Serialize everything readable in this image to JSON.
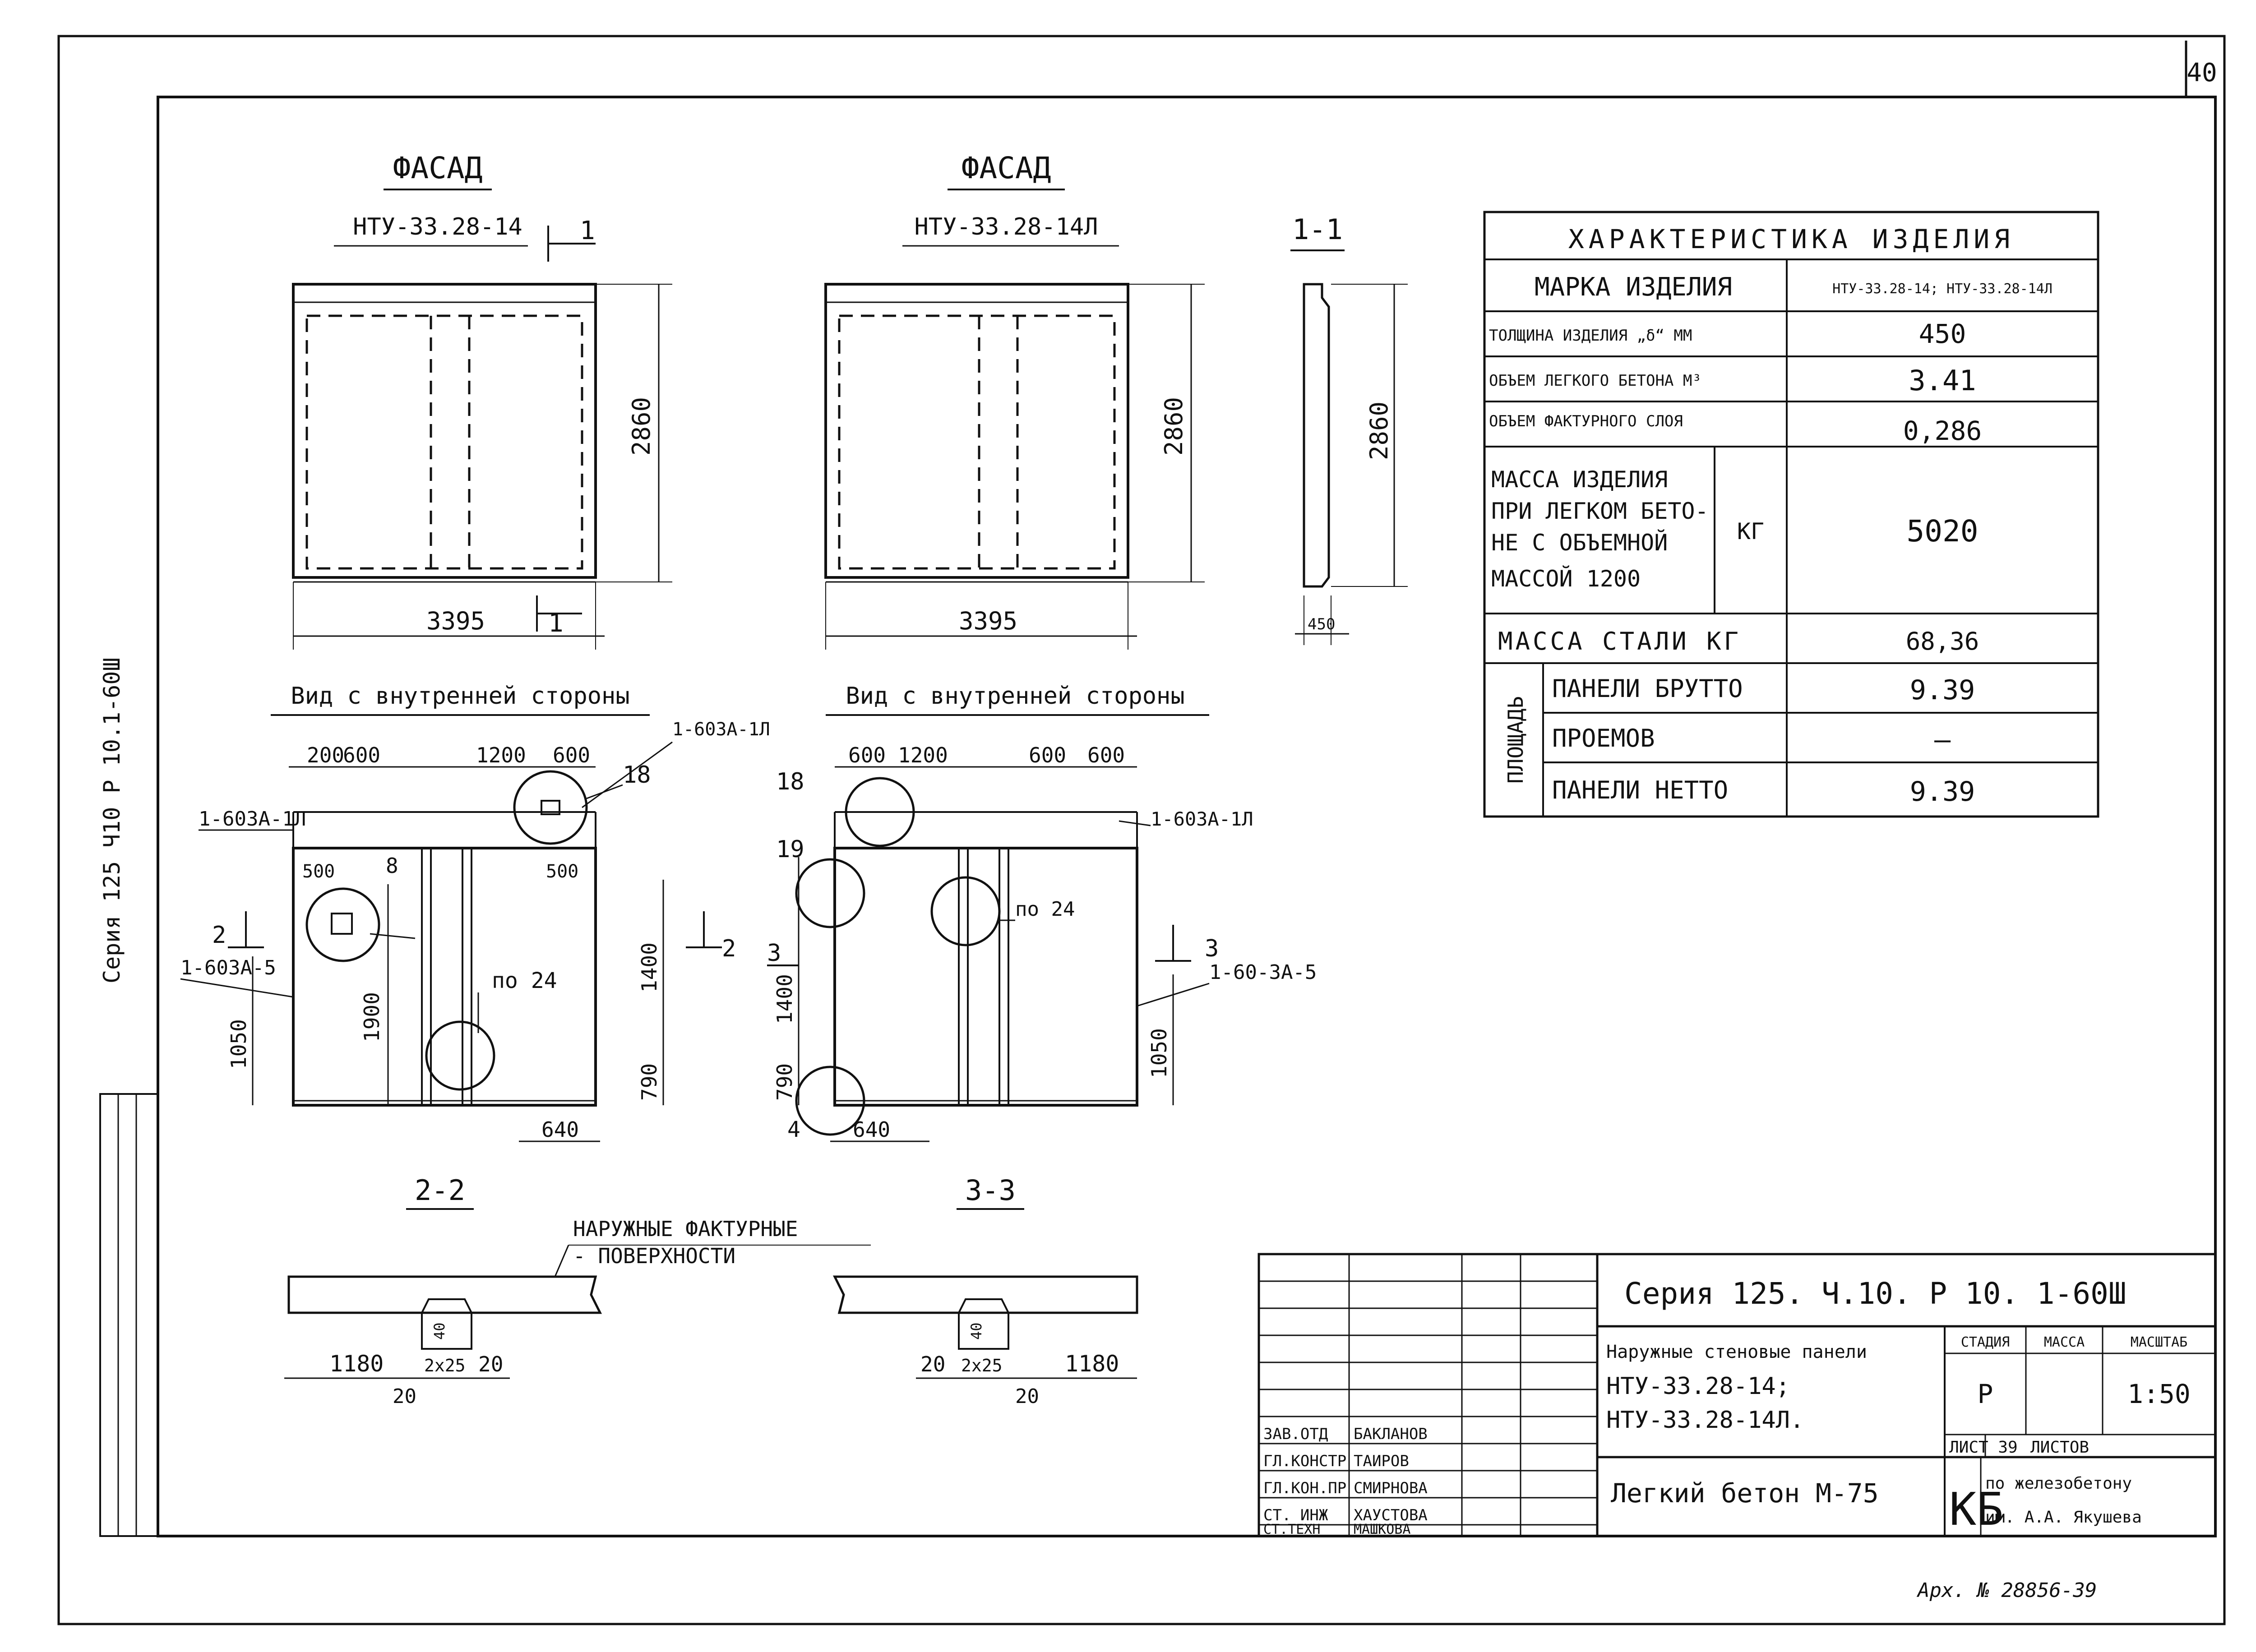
{
  "sheet_number": "40",
  "side_stamp": "Серия 125 Ч10 Р 10.1-60Ш",
  "archive_no": "Арх. № 28856-39",
  "facade_left": {
    "title": "ФАСАД",
    "mark": "НТУ-33.28-14",
    "height": "2860",
    "width": "3395",
    "section_mark": "1"
  },
  "facade_right": {
    "title": "ФАСАД",
    "mark": "НТУ-33.28-14Л",
    "height": "2860",
    "width": "3395"
  },
  "section_1_1": {
    "title": "1-1",
    "height": "2860",
    "thickness": "450"
  },
  "view_left": {
    "title": "Вид с внутренней стороны",
    "section_name": "2-2",
    "dims_top": [
      "200",
      "600",
      "1200",
      "600"
    ],
    "node_left": "1-603А-1Л",
    "node_top": "1-603А-1Л",
    "node_side": "1-603А-5",
    "callout_8": "8",
    "callout_18": "18",
    "dim_500_a": "500",
    "dim_500_b": "500",
    "po24": "по 24",
    "dim_1900": "1900",
    "dim_1050": "1050",
    "dim_1400": "1400",
    "dim_790": "790",
    "dim_640": "640",
    "cut_mark": "2"
  },
  "view_right": {
    "title": "Вид с внутренней стороны",
    "section_name": "3-3",
    "dims_top": [
      "600",
      "1200",
      "600",
      "600"
    ],
    "node_right": "1-603А-1Л",
    "node_side": "1-60-3А-5",
    "callout_18": "18",
    "callout_19": "19",
    "callout_4": "4",
    "po24": "по 24",
    "dim_1400": "1400",
    "dim_790": "790",
    "dim_1050": "1050",
    "dim_640": "640",
    "cut_mark": "3"
  },
  "surface_note": {
    "line1": "НАРУЖНЫЕ ФАКТУРНЫЕ",
    "line2": "- ПОВЕРХНОСТИ"
  },
  "joint_left": {
    "d1": "1180",
    "d2": "2х25",
    "d3": "20",
    "d4": "20",
    "d5": "40"
  },
  "joint_right": {
    "d1": "1180",
    "d2": "2х25",
    "d3": "20",
    "d4": "20",
    "d5": "40"
  },
  "characteristics": {
    "title": "ХАРАКТЕРИСТИКА ИЗДЕЛИЯ",
    "mark_label": "МАРКА ИЗДЕЛИЯ",
    "mark_value": "НТУ-33.28-14; НТУ-33.28-14Л",
    "thickness_label": "ТОЛЩИНА ИЗДЕЛИЯ „δ“ ММ",
    "thickness_value": "450",
    "volume_label": "ОБЪЕМ ЛЕГКОГО БЕТОНА М³",
    "volume_value": "3.41",
    "facing_label": "ОБЪЕМ ФАКТУРНОГО СЛОЯ",
    "facing_value": "0,286",
    "mass_label_1": "МАССА ИЗДЕЛИЯ",
    "mass_label_2": "ПРИ ЛЕГКОМ БЕТО-",
    "mass_label_3": "НЕ С ОБЪЕМНОЙ",
    "mass_label_4": "МАССОЙ 1200",
    "mass_unit": "КГ",
    "mass_value": "5020",
    "steel_label": "МАССА СТАЛИ КГ",
    "steel_value": "68,36",
    "area_label": "ПЛОЩАДЬ",
    "gross_label": "ПАНЕЛИ БРУТТО",
    "gross_value": "9.39",
    "openings_label": "ПРОЕМОВ",
    "openings_value": "—",
    "net_label": "ПАНЕЛИ НЕТТО",
    "net_value": "9.39"
  },
  "title_block": {
    "series": "Серия 125. Ч.10. Р 10. 1-60Ш",
    "name_1": "Наружные стеновые панели",
    "name_2": "НТУ-33.28-14;",
    "name_3": "НТУ-33.28-14Л.",
    "material": "Легкий бетон М-75",
    "stage_h": "СТАДИЯ",
    "mass_h": "МАССА",
    "scale_h": "МАСШТАБ",
    "stage_v": "Р",
    "scale_v": "1:50",
    "sheet_h": "ЛИСТ 39",
    "sheets_h": "ЛИСТОВ",
    "org_code": "КБ",
    "org_1": "по железобетону",
    "org_2": "им. А.А. Якушева",
    "staff": [
      {
        "role": "ЗАВ.ОТД",
        "name": "БАКЛАНОВ"
      },
      {
        "role": "ГЛ.КОНСТР",
        "name": "ТАИРОВ"
      },
      {
        "role": "ГЛ.КОН.ПР",
        "name": "СМИРНОВА"
      },
      {
        "role": "СТ. ИНЖ",
        "name": "ХАУСТОВА"
      },
      {
        "role": "СТ.ТЕХН",
        "name": "МАШКОВА"
      }
    ]
  }
}
